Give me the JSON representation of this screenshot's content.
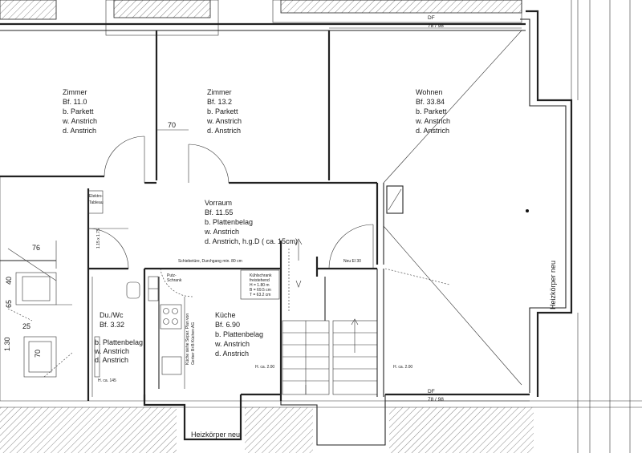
{
  "rooms": {
    "zimmer1": {
      "name": "Zimmer",
      "area": "Bf. 11.0",
      "floor": "b. Parkett",
      "walls": "w. Anstrich",
      "ceiling": "d. Anstrich"
    },
    "zimmer2": {
      "name": "Zimmer",
      "area": "Bf. 13.2",
      "floor": "b. Parkett",
      "walls": "w. Anstrich",
      "ceiling": "d. Anstrich"
    },
    "wohnen": {
      "name": "Wohnen",
      "area": "Bf. 33.84",
      "floor": "b. Parkett",
      "walls": "w. Anstrich",
      "ceiling": "d. Anstrich"
    },
    "vorraum": {
      "name": "Vorraum",
      "area": "Bf. 11.55",
      "floor": "b. Plattenbelag",
      "walls": "w. Anstrich",
      "ceiling": "d. Anstrich, h.g.D ( ca. 15cm)"
    },
    "kueche": {
      "name": "Küche",
      "area": "Bf. 6.90",
      "floor": "b. Plattenbelag",
      "walls": "w. Anstrich",
      "ceiling": "d. Anstrich"
    },
    "duwc": {
      "name": "Du./Wc",
      "area": "Bf. 3.32",
      "floor": "b. Plattenbelag",
      "walls": "w. Anstrich",
      "ceiling": "d. Anstrich"
    }
  },
  "labels": {
    "df_top": "DF",
    "df_top_dim": "78 / 98",
    "df_bottom": "DF",
    "df_bottom_dim": "78 / 98",
    "dim_70_door": "70",
    "dim_76": "76",
    "dim_40": "40",
    "dim_65": "65",
    "dim_25": "25",
    "dim_130": "1.30",
    "dim_70_side": "70",
    "elektro": "Elektro-",
    "tableau": "Tableau",
    "schiebetuere": "Schiebetüre, Durchgang min. 80 cm",
    "neu_el": "Neu El 30",
    "kuehlschrank": "Kühlschrank",
    "kuehl_freistehend": "freistehend",
    "kuehl_h": "H = 1.80 m",
    "kuehl_b": "B = 69.5 cm",
    "kuehl_t": "T = 63.2 cm",
    "putz": "Putz-",
    "schrank": "Schrank",
    "kueche_note1": "Küche siehe Separ. Plan von",
    "kueche_note2": "Gerber B+B Küchen AG",
    "hca_kueche": "H. ca. 2.00",
    "hca_right": "H. ca. 2.00",
    "hca_bath": "H. ca. 145",
    "heizkoerper_bottom": "Heizkörper neu",
    "heizkoerper_right": "Heizkörper neu",
    "vert_dim": "1.15 x 1.75"
  }
}
